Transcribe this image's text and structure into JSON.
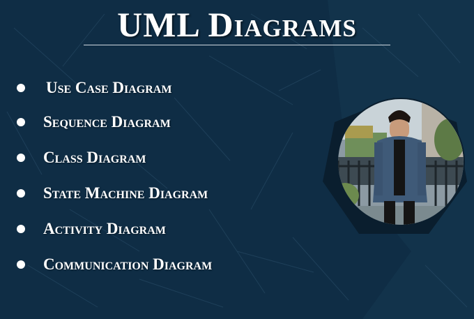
{
  "title": "UML Diagrams",
  "items": [
    {
      "label": "Use Case Diagram"
    },
    {
      "label": "Sequence Diagram"
    },
    {
      "label": "Class Diagram"
    },
    {
      "label": "State Machine Diagram"
    },
    {
      "label": "Activity Diagram"
    },
    {
      "label": "Communication Diagram"
    }
  ],
  "colors": {
    "background": "#0f2d45",
    "panel": "#14364f",
    "text": "#ffffff",
    "frame": "#0a1e2e"
  },
  "photo": {
    "subject": "person-standing-icon"
  }
}
